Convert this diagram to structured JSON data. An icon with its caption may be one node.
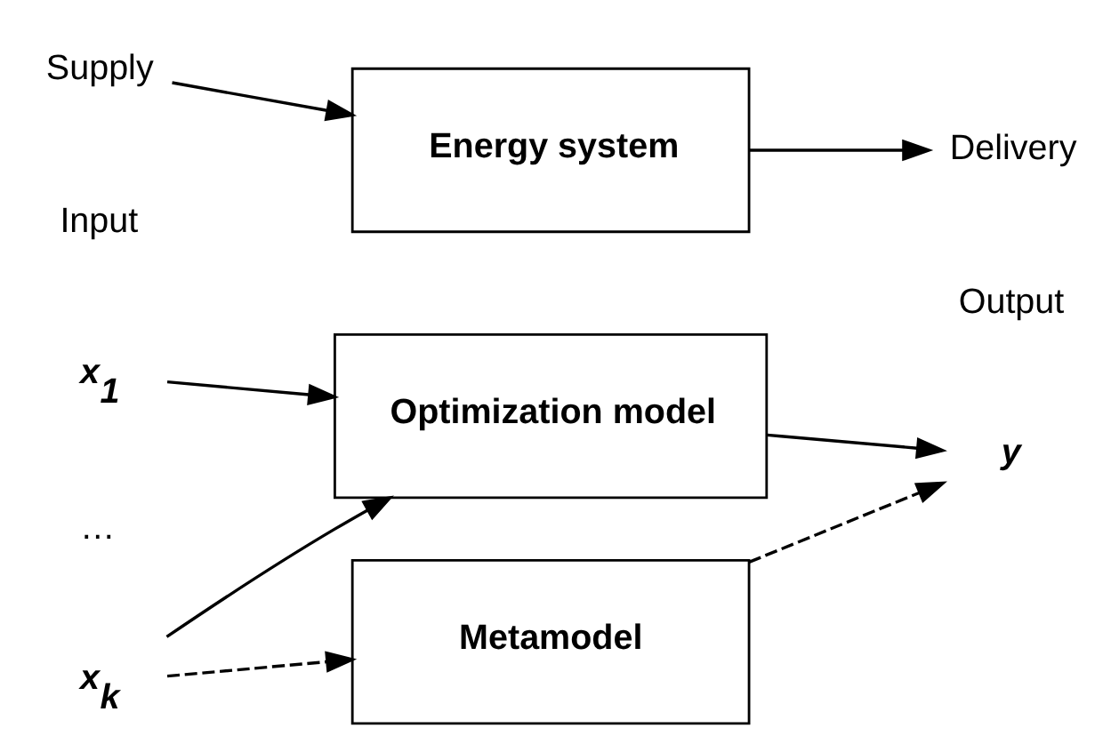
{
  "diagram": {
    "nodes": [
      {
        "text": [
          "Supply"
        ]
      },
      {
        "text": [
          "Energy system"
        ]
      },
      {
        "text": [
          "Delivery"
        ]
      },
      {
        "text": [
          "x$_{1}$"
        ]
      },
      {
        "text": [
          "Optimization model"
        ]
      },
      {
        "text": [
          "y"
        ]
      },
      {
        "text": [
          "x$_{k}$"
        ]
      },
      {
        "text": [
          "Metamodel"
        ]
      }
    ],
    "edges": [
      {
        "from": 0,
        "to": 1,
        "arrow": "to"
      },
      {
        "from": 1,
        "to": 2,
        "arrow": "to"
      },
      {
        "from": 3,
        "to": 4,
        "arrow": "to"
      },
      {
        "from": 6,
        "to": 4,
        "arrow": "to"
      },
      {
        "from": 4,
        "to": 5,
        "arrow": "to"
      },
      {
        "from": 6,
        "to": 7,
        "arrow": "to",
        "style": "dashed"
      },
      {
        "from": 7,
        "to": 5,
        "arrow": "to",
        "style": "dashed"
      }
    ],
    "labels": [
      "Input",
      "Output",
      "…"
    ]
  }
}
